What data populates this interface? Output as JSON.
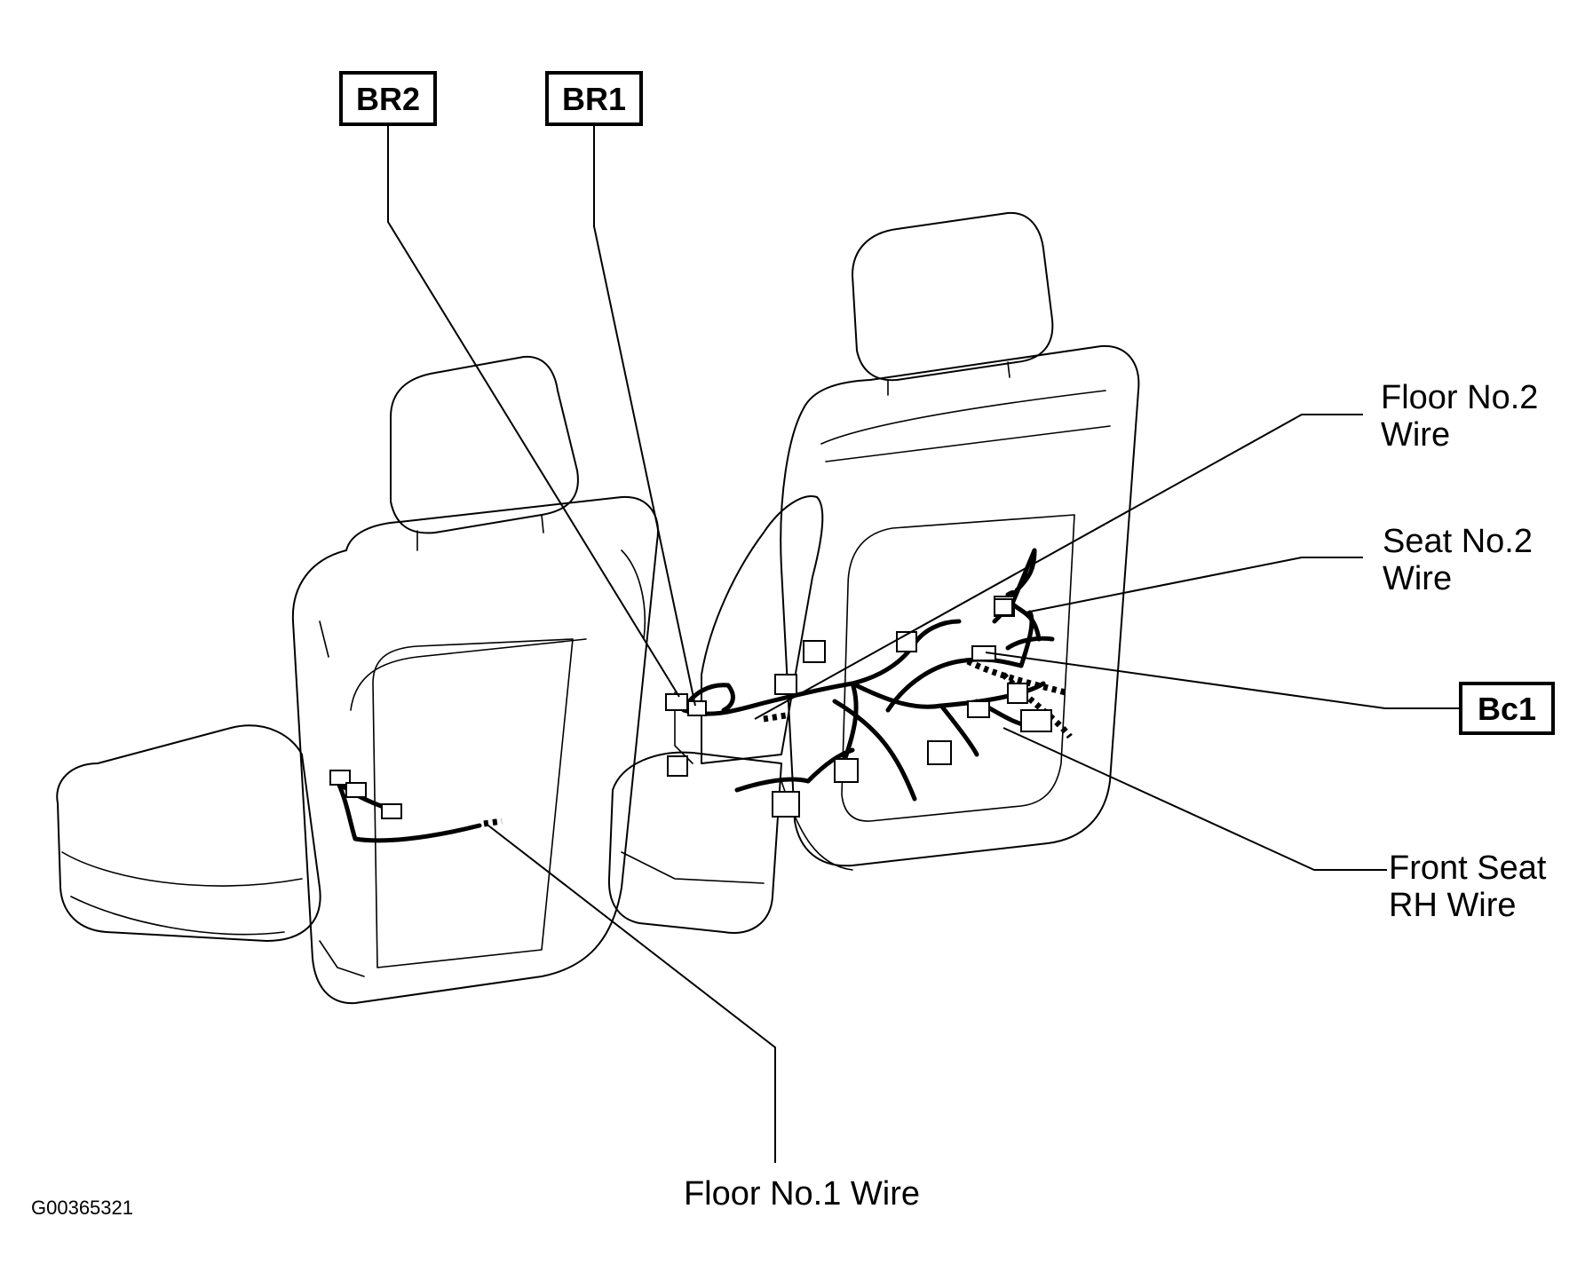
{
  "tags": {
    "br2": "BR2",
    "br1": "BR1",
    "bc1": "Bc1"
  },
  "labels": {
    "floor_no2_line1": "Floor No.2",
    "floor_no2_line2": "Wire",
    "seat_no2_line1": "Seat No.2",
    "seat_no2_line2": "Wire",
    "front_seat_line1": "Front Seat",
    "front_seat_line2": "RH Wire",
    "floor_no1": "Floor No.1 Wire"
  },
  "figure_id": "G00365321"
}
